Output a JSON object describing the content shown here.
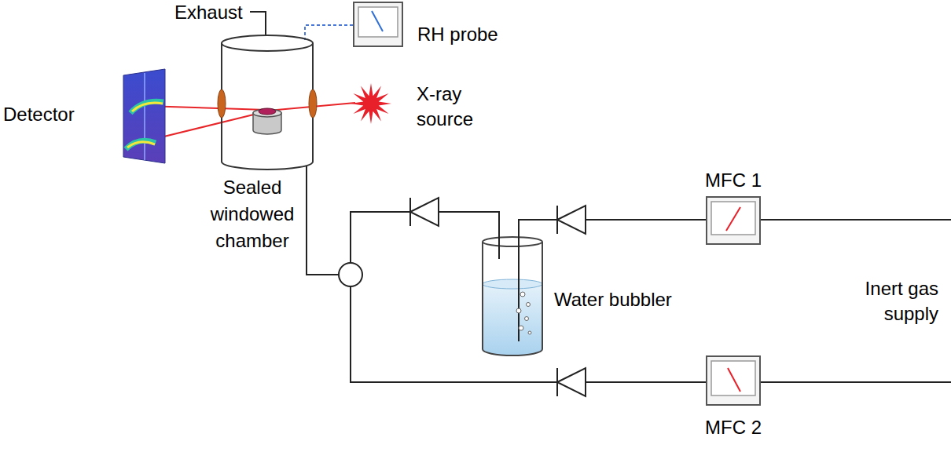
{
  "diagram": {
    "nodes": [
      {
        "text": [
          "Detector"
        ]
      },
      {
        "text": [
          "RH probe"
        ]
      },
      {
        "text": [
          "Sealed windowed chamber"
        ]
      },
      {
        "text": [
          "X-ray source"
        ]
      },
      {
        "text": [
          "MFC 1"
        ]
      },
      {
        "text": [
          "Water bubbler"
        ]
      },
      {
        "text": [
          "MFC 2"
        ]
      }
    ],
    "edges": [
      {
        "from": 1,
        "to": 2,
        "arrow": "none"
      },
      {
        "from": 4,
        "to": 5,
        "arrow": "none"
      },
      {
        "from": 5,
        "to": 2,
        "arrow": "none"
      },
      {
        "from": 6,
        "to": 2,
        "arrow": "none"
      }
    ],
    "labels": [
      "Exhaust",
      "Inert gas supply"
    ]
  }
}
